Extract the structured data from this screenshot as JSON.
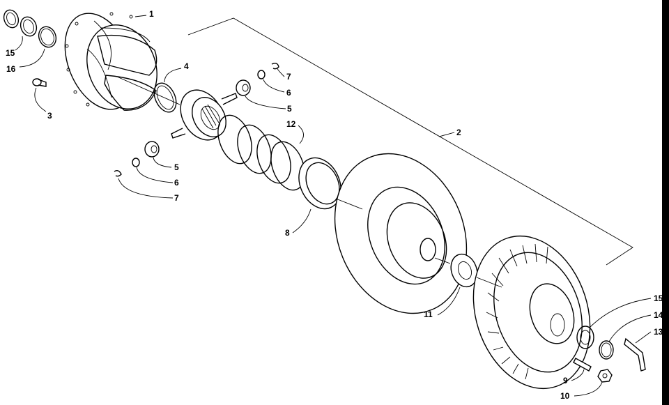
{
  "callouts": {
    "c1": "1",
    "c2": "2",
    "c3": "3",
    "c4": "4",
    "c5a": "5",
    "c5b": "5",
    "c6a": "6",
    "c6b": "6",
    "c7a": "7",
    "c7b": "7",
    "c8": "8",
    "c9": "9",
    "c10": "10",
    "c11": "11",
    "c12": "12",
    "c13": "13",
    "c14": "14",
    "c15a": "15",
    "c15b": "15",
    "c16": "16"
  }
}
